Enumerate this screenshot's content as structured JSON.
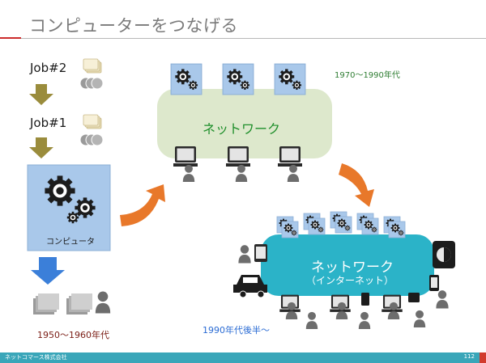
{
  "slide": {
    "title": "コンピューターをつなげる",
    "page_number": "112",
    "footer_company": "ネットコマース株式会社"
  },
  "jobs": {
    "job2": "Job#2",
    "job1": "Job#1"
  },
  "computer": {
    "label": "コンピュータ"
  },
  "eras": {
    "early": "1950～1960年代",
    "middle": "1970～1990年代",
    "late": "1990年代後半～"
  },
  "network_old": {
    "label": "ネットワーク"
  },
  "network_new": {
    "label": "ネットワーク",
    "sub_label": "（インターネット）"
  },
  "colors": {
    "accent_red": "#cc2b2b",
    "footer_teal": "#3aa6b9",
    "network_green": "#dde8cc",
    "internet_teal": "#2bb3c8",
    "arrow_orange": "#e8782a",
    "arrow_olive": "#9a8c3c",
    "arrow_blue": "#3b7fd9",
    "server_blue": "#a9c8ea"
  }
}
